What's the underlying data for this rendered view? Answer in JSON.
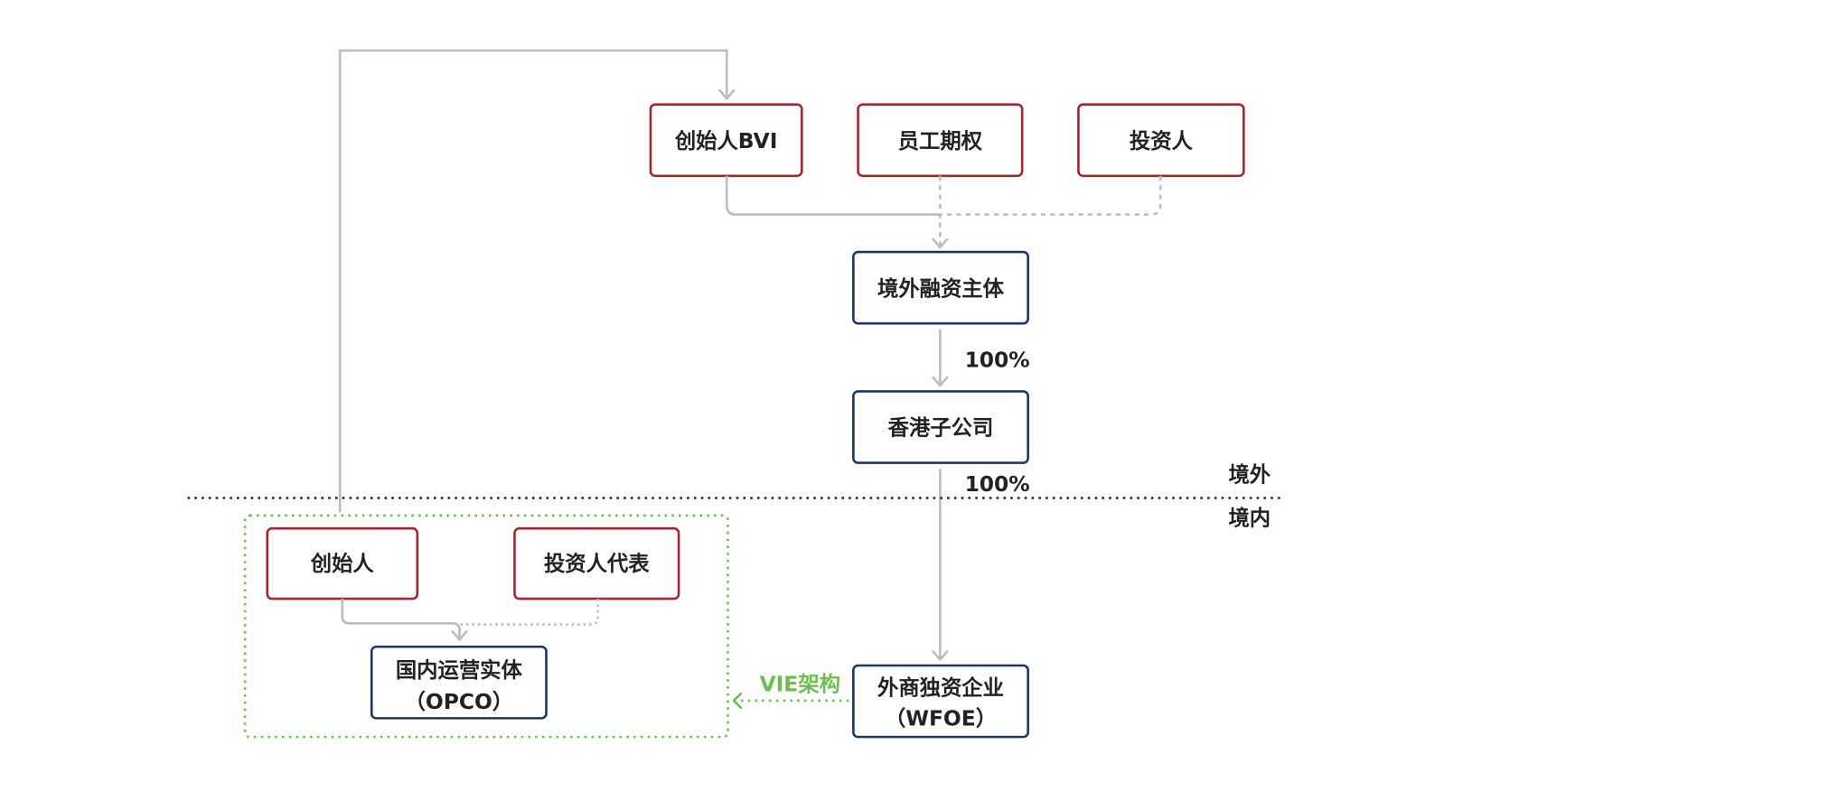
{
  "nodes": {
    "founder_bvi": "创始人BVI",
    "employee_options": "员工期权",
    "investors": "投资人",
    "offshore_financing_entity": "境外融资主体",
    "hk_subsidiary": "香港子公司",
    "wfoe": {
      "line1": "外商独资企业",
      "line2": "（WFOE）"
    },
    "founder": "创始人",
    "investor_rep": "投资人代表",
    "opco": {
      "line1": "国内运营实体",
      "line2": "（OPCO）"
    }
  },
  "edge_labels": {
    "offshore_to_hk": "100%",
    "hk_to_wfoe": "100%",
    "vie": "VIE架构"
  },
  "region_labels": {
    "offshore": "境外",
    "onshore": "境内"
  },
  "colors": {
    "shareholder": "#a3262c",
    "entity": "#1f3563",
    "connector": "#bdbdbd",
    "vie": "#6cbf4e",
    "text": "#222222",
    "divider": "#222222"
  }
}
